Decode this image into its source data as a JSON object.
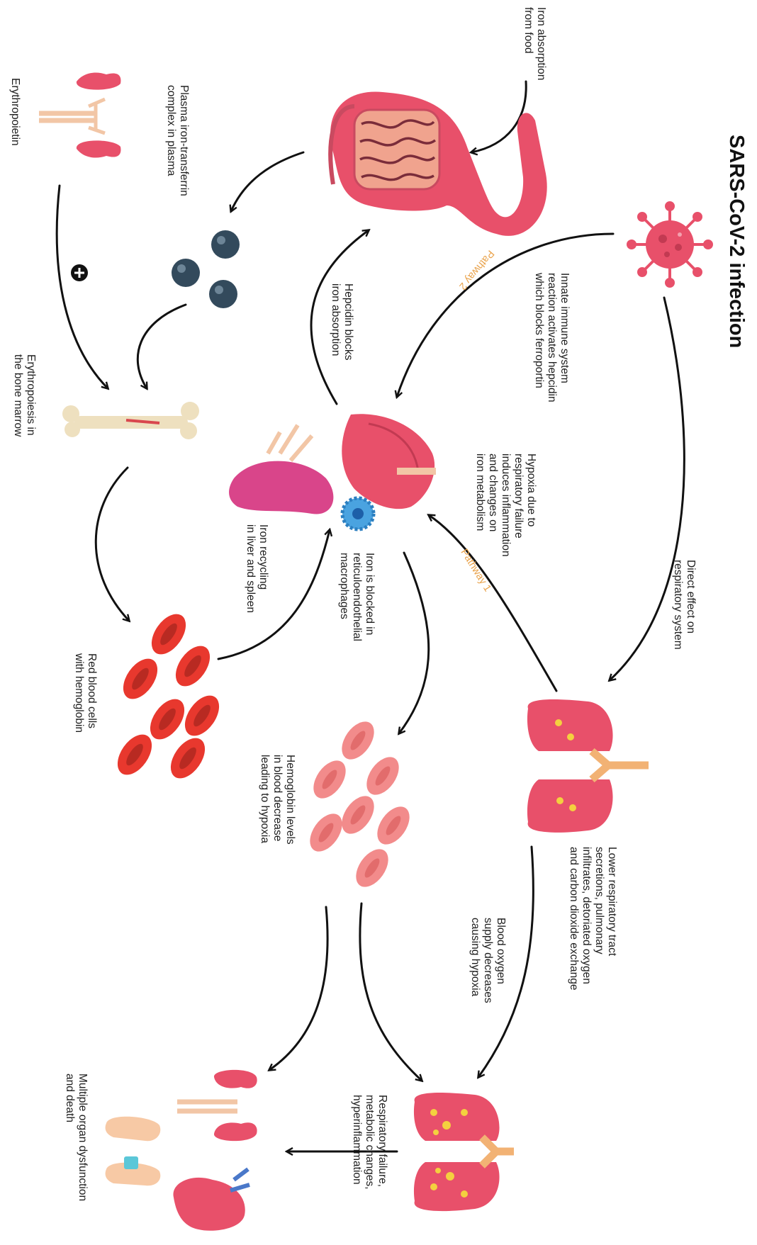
{
  "title": "SARS-CoV-2 infection",
  "labels": {
    "iron_absorption": "Iron absorption\nfrom food",
    "plasma_iron": "Plasma iron-transferrin\ncomplex in plasma",
    "erythropoietin": "Erythropoietin",
    "innate_immune": "Innate immune system\nreaction activates hepcidin\nwhich blocks ferroportin",
    "pathway2": "Pathway 2",
    "hepcidin": "Hepcidin blocks\niron absorption",
    "erythropoiesis": "Erythropoiesis in\nthe bone marrow",
    "hypoxia_resp": "Hypoxia due to\nrespiratory failure\ninduces inflammation\nand changes on\niron metabolism",
    "pathway1": "Pathway 1",
    "direct_effect": "Direct effect on\nrespiratory system",
    "iron_recycling": "Iron recycling\nin liver and spleen",
    "iron_blocked": "Iron is blocked in\nreticuloendothelial\nmacrophages",
    "rbc": "Red blood cells\nwith hemoglobin",
    "hemoglobin_levels": "Hemoglobin levels\nin blood decrease\nleading to hypoxia",
    "lower_resp": "Lower respiratory tract\nsecretions, pulmonary\ninfiltrates, detoriated oxygen\nand carbon dioxide exchange",
    "blood_oxygen": "Blood oxygen\nsupply decreases\ncausing hypoxia",
    "resp_failure": "Respiratory failure,\nmetabolic changes,\nhyperinflammation",
    "multi_organ": "Multiple organ dysfunction\nand death"
  },
  "icons": {
    "plus_sign": "+"
  },
  "colors": {
    "organ_pink": "#e8506a",
    "rbc_red": "#e8382e",
    "rbc_light": "#f28b8b",
    "iron_ball": "#334a5c",
    "bone": "#eee0bf",
    "pathway": "#e9a24a",
    "arrow": "#111111"
  }
}
